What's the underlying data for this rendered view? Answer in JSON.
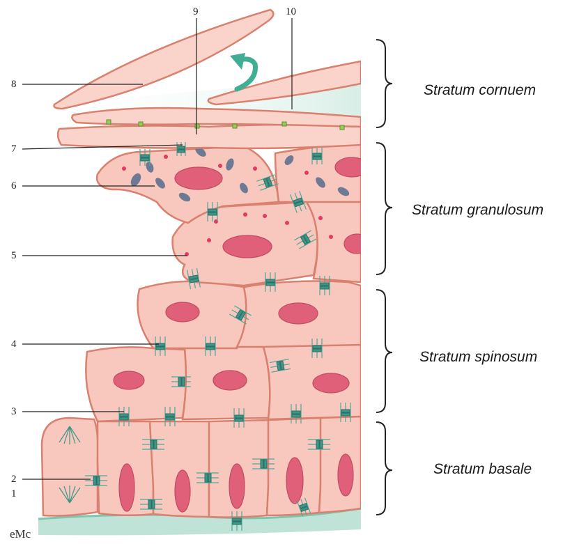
{
  "figure": {
    "layers": [
      {
        "key": "cornuem",
        "label": "Stratum cornuem"
      },
      {
        "key": "granulosum",
        "label": "Stratum granulosum"
      },
      {
        "key": "spinosum",
        "label": "Stratum spinosum"
      },
      {
        "key": "basale",
        "label": "Stratum basale"
      }
    ],
    "numbers": [
      "1",
      "2",
      "3",
      "4",
      "5",
      "6",
      "7",
      "8",
      "9",
      "10"
    ],
    "signature": "eMc",
    "colors": {
      "cell_fill": "#f8c7bd",
      "cell_outline": "#d9806f",
      "nucleus": "#e0607a",
      "granule": "#6e7a94",
      "desmosome": "#3f9688",
      "basement_membrane": "#9fd3c0",
      "arrow": "#3fae94"
    }
  }
}
